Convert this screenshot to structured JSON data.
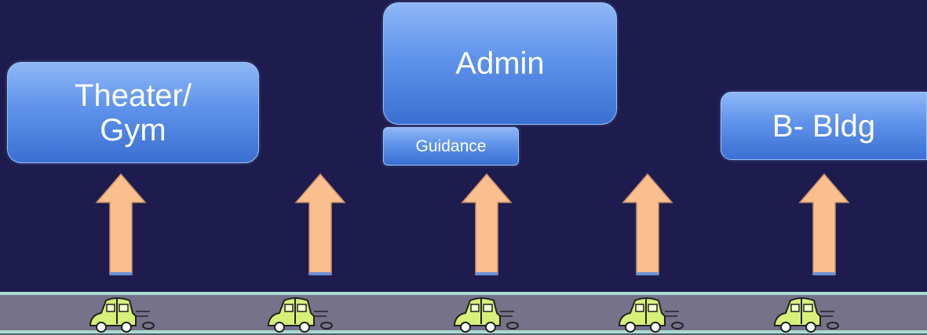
{
  "buildings": {
    "theater": {
      "line1": "Theater/",
      "line2": "Gym"
    },
    "admin": {
      "label": "Admin"
    },
    "guidance": {
      "label": "Guidance"
    },
    "bbldg": {
      "label": "B- Bldg"
    }
  },
  "colors": {
    "background": "#1e1c4e",
    "box_fill": "#5f93ea",
    "box_border": "#9cc2f7",
    "arrow_fill": "#f9bf8e",
    "road": "#75728a",
    "road_edge": "#a8dcd0",
    "car_body": "#d7f07a"
  },
  "icons": {
    "arrow": "up-arrow-icon",
    "car": "car-icon"
  }
}
